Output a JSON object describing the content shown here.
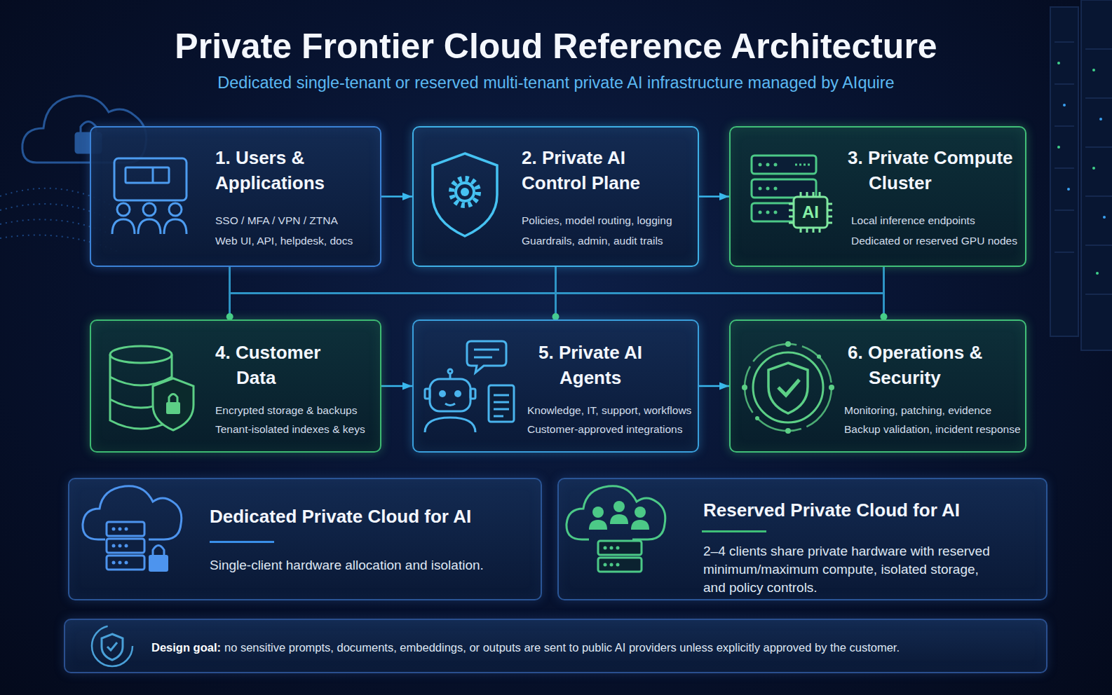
{
  "diagram": {
    "title": "Private Frontier Cloud Reference Architecture",
    "nodes": [
      {
        "text": [
          "1. Users & Applications",
          "SSO / MFA / VPN / ZTNA",
          "Web UI, API, helpdesk, docs"
        ]
      },
      {
        "text": [
          "2. Private AI Control Plane",
          "Policies, model routing, logging",
          "Guardrails, admin, audit trails"
        ]
      },
      {
        "text": [
          "3. Private Compute Cluster",
          "Local inference endpoints",
          "Dedicated or reserved GPU nodes"
        ]
      },
      {
        "text": [
          "4. Customer Data",
          "Encrypted storage & backups",
          "Tenant-isolated indexes & keys"
        ]
      },
      {
        "text": [
          "5. Private AI Agents",
          "Knowledge, IT, support, workflows",
          "Customer-approved integrations"
        ]
      },
      {
        "text": [
          "6. Operations & Security",
          "Monitoring, patching, evidence",
          "Backup validation, incident response"
        ]
      },
      {
        "text": [
          "Dedicated Private Cloud for AI",
          "Single-client hardware allocation and isolation."
        ]
      },
      {
        "text": [
          "Reserved Private Cloud for AI",
          "2–4 clients share private hardware with reserved minimum/maximum compute, isolated storage, and policy controls."
        ]
      },
      {
        "text": [
          "Design goal:",
          "no sensitive prompts, documents, embeddings, or outputs are sent to public AI providers unless explicitly approved by the customer."
        ]
      }
    ],
    "edges": [
      {
        "from": 0,
        "to": 1,
        "arrow": "to"
      },
      {
        "from": 1,
        "to": 2,
        "arrow": "to"
      },
      {
        "from": 3,
        "to": 4,
        "arrow": "to"
      },
      {
        "from": 4,
        "to": 5,
        "arrow": "to"
      },
      {
        "from": 0,
        "to": 3,
        "arrow": "none"
      },
      {
        "from": 0,
        "to": 4,
        "arrow": "none"
      },
      {
        "from": 0,
        "to": 5,
        "arrow": "none"
      },
      {
        "from": 1,
        "to": 3,
        "arrow": "none"
      },
      {
        "from": 1,
        "to": 4,
        "arrow": "none"
      },
      {
        "from": 1,
        "to": 5,
        "arrow": "none"
      },
      {
        "from": 2,
        "to": 3,
        "arrow": "none"
      },
      {
        "from": 2,
        "to": 4,
        "arrow": "none"
      },
      {
        "from": 2,
        "to": 5,
        "arrow": "none"
      }
    ],
    "labels": [
      "Dedicated single-tenant or reserved multi-tenant private AI infrastructure managed by AIquire",
      "AI"
    ]
  }
}
